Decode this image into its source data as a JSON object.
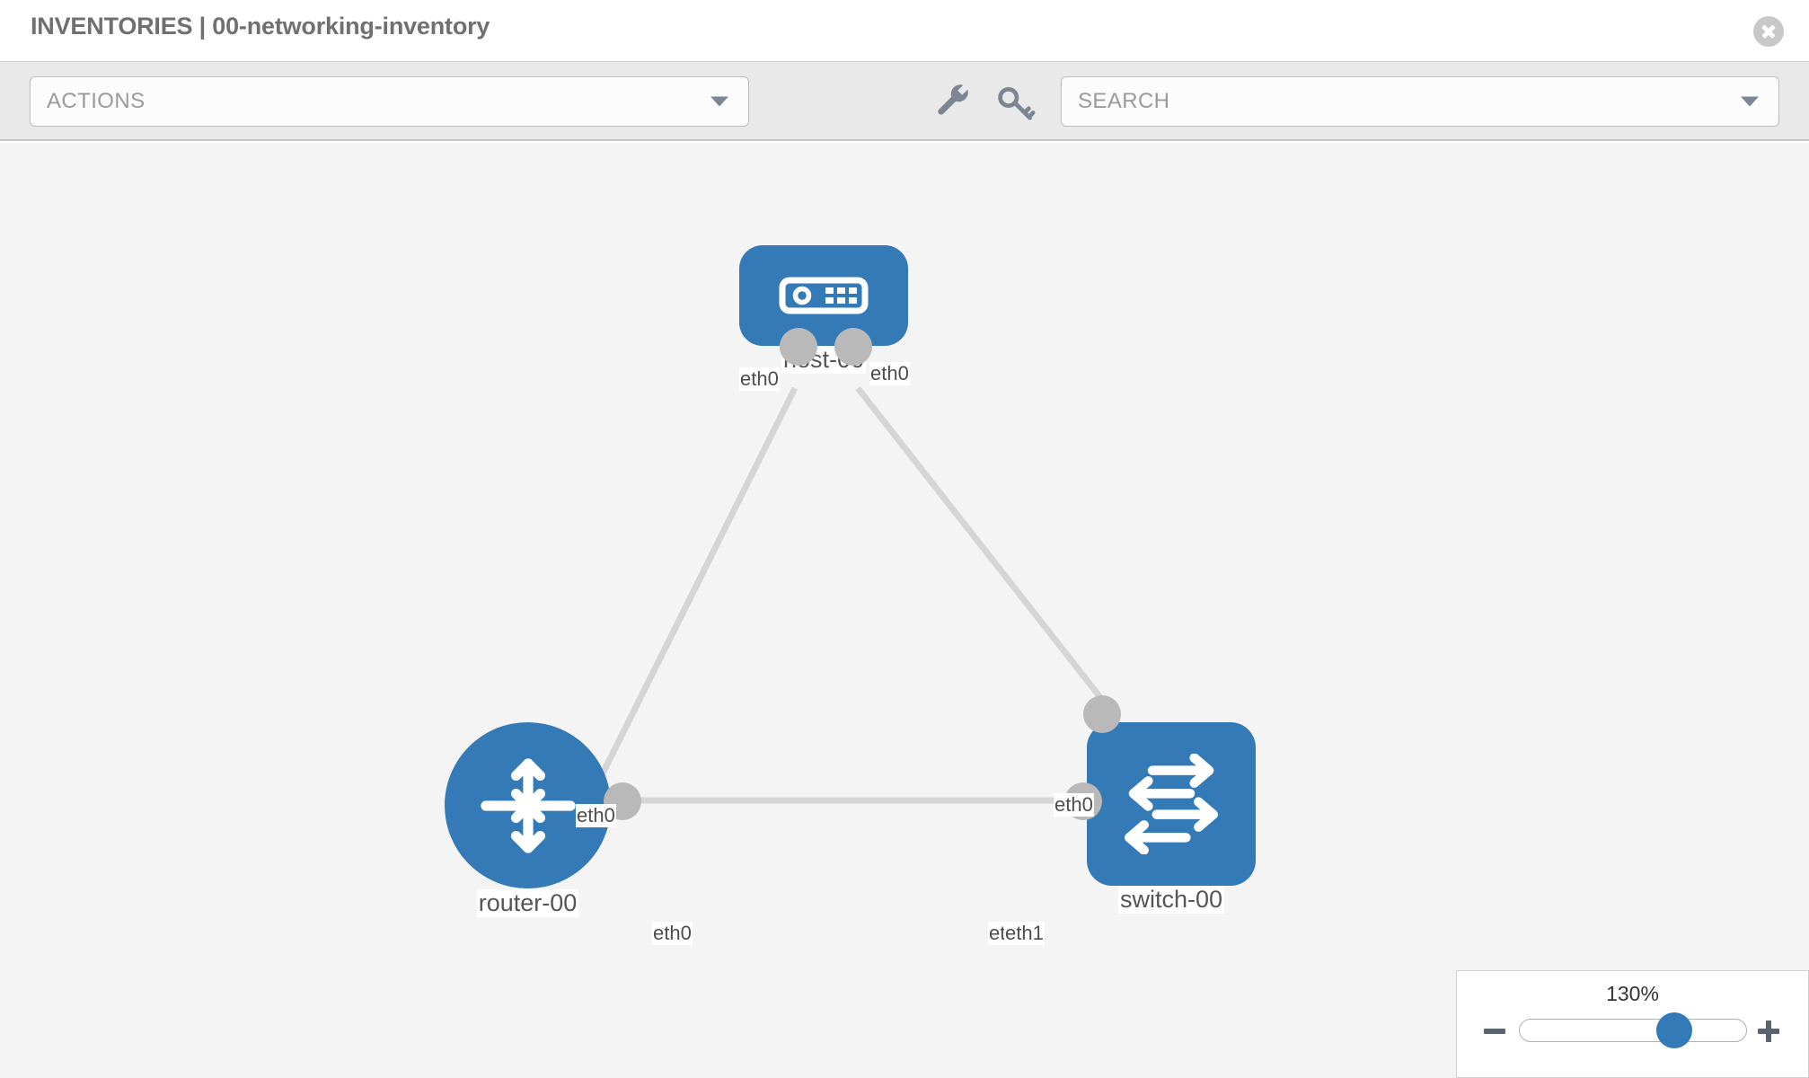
{
  "header": {
    "title": "INVENTORIES | 00-networking-inventory",
    "close_icon": "close-circle-icon"
  },
  "toolbar": {
    "actions_label": "ACTIONS",
    "actions_caret_icon": "chevron-down-icon",
    "wrench_icon": "wrench-icon",
    "key_icon": "key-icon",
    "search_placeholder": "SEARCH",
    "search_caret_icon": "chevron-down-icon"
  },
  "topology": {
    "nodes": [
      {
        "id": "host-00",
        "label": "host-00",
        "type": "host",
        "icon": "server-device-icon",
        "color": "#337ab7",
        "shape": "rounded-rect"
      },
      {
        "id": "router-00",
        "label": "router-00",
        "type": "router",
        "icon": "router-arrows-icon",
        "color": "#337ab7",
        "shape": "circle"
      },
      {
        "id": "switch-00",
        "label": "switch-00",
        "type": "switch",
        "icon": "switch-arrows-icon",
        "color": "#337ab7",
        "shape": "rounded-square"
      }
    ],
    "ports": {
      "host_left": "eth0",
      "host_right": "eth0",
      "router_to_host": "eth0",
      "switch_to_host": "eth0",
      "router_to_switch": "eth0",
      "switch_to_router_a": "eth",
      "switch_to_router_b": "eth1"
    }
  },
  "zoom": {
    "value_label": "130%",
    "minus_icon": "minus-icon",
    "plus_icon": "plus-icon",
    "accent_color": "#337ab7"
  }
}
